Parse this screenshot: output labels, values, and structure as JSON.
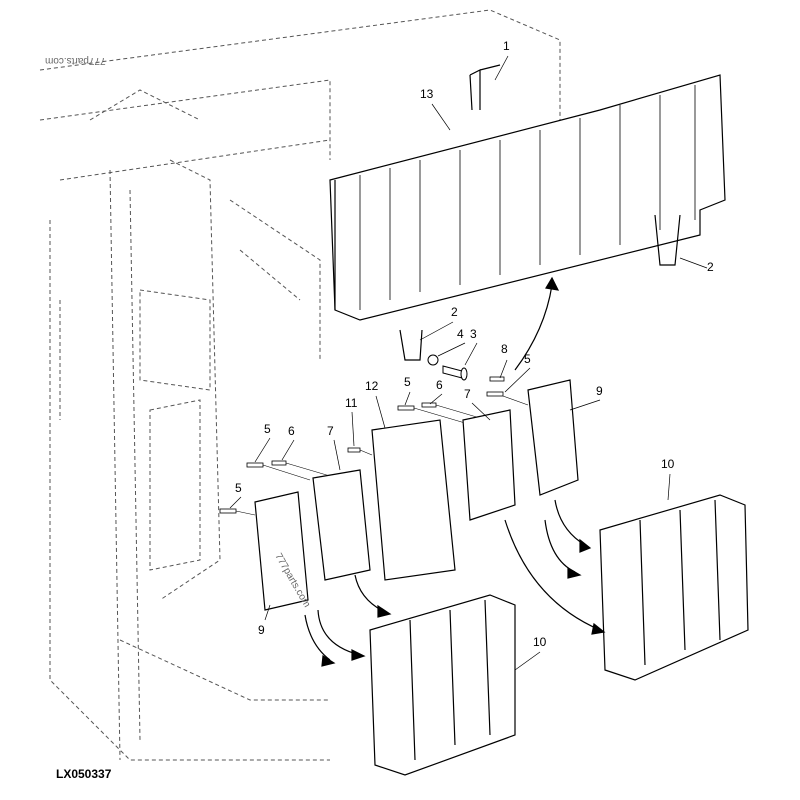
{
  "diagram_code": "LX050337",
  "watermark": "777parts.com",
  "callouts": {
    "c1": "1",
    "c13": "13",
    "c2a": "2",
    "c2b": "2",
    "c4": "4",
    "c3": "3",
    "c8": "8",
    "c5a": "5",
    "c12": "12",
    "c5b": "5",
    "c6a": "6",
    "c7a": "7",
    "c9a": "9",
    "c11": "11",
    "c5c": "5",
    "c6b": "6",
    "c7b": "7",
    "c5d": "5",
    "c9b": "9",
    "c10a": "10",
    "c10b": "10"
  },
  "colors": {
    "line": "#000000",
    "background": "#ffffff",
    "hidden_line": "#555555"
  }
}
